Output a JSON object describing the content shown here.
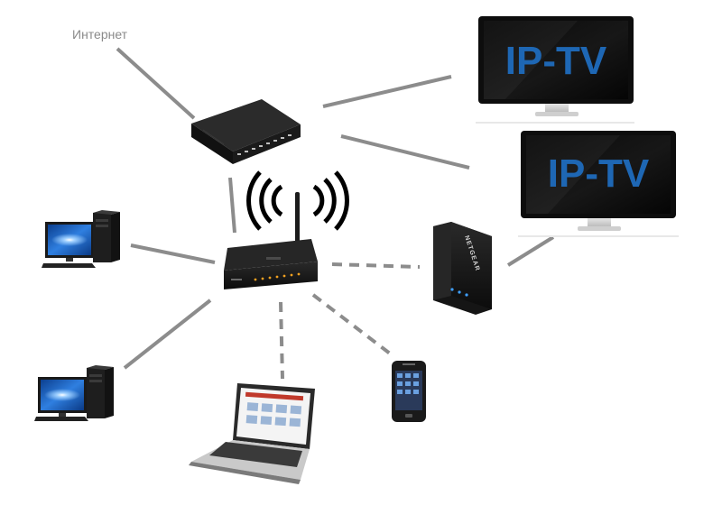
{
  "labels": {
    "internet": "Интернет",
    "tv_top": "IP-TV",
    "tv_bottom": "IP-TV",
    "adapter_brand": "NETGEAR"
  },
  "devices": [
    {
      "name": "modem",
      "type": "dsl-modem"
    },
    {
      "name": "router",
      "type": "wifi-router"
    },
    {
      "name": "tv-top",
      "type": "television"
    },
    {
      "name": "tv-bottom",
      "type": "television"
    },
    {
      "name": "netgear-adapter",
      "type": "wireless-adapter"
    },
    {
      "name": "desktop-pc-1",
      "type": "desktop-computer"
    },
    {
      "name": "desktop-pc-2",
      "type": "desktop-computer"
    },
    {
      "name": "laptop",
      "type": "laptop"
    },
    {
      "name": "smartphone",
      "type": "mobile-phone"
    }
  ],
  "connections": [
    {
      "from": "internet",
      "to": "modem",
      "style": "wired"
    },
    {
      "from": "modem",
      "to": "tv-top",
      "style": "wired"
    },
    {
      "from": "modem",
      "to": "tv-bottom",
      "style": "wired"
    },
    {
      "from": "modem",
      "to": "router",
      "style": "wired"
    },
    {
      "from": "router",
      "to": "desktop-pc-1",
      "style": "wired"
    },
    {
      "from": "router",
      "to": "desktop-pc-2",
      "style": "wired"
    },
    {
      "from": "router",
      "to": "netgear-adapter",
      "style": "wireless"
    },
    {
      "from": "router",
      "to": "laptop",
      "style": "wireless"
    },
    {
      "from": "router",
      "to": "smartphone",
      "style": "wireless"
    },
    {
      "from": "netgear-adapter",
      "to": "tv-bottom",
      "style": "wired"
    }
  ],
  "colors": {
    "wire": "#8c8c8c",
    "tv_text": "#1e67b4",
    "device_body": "#1a1a1a",
    "led": "#f0a020"
  }
}
